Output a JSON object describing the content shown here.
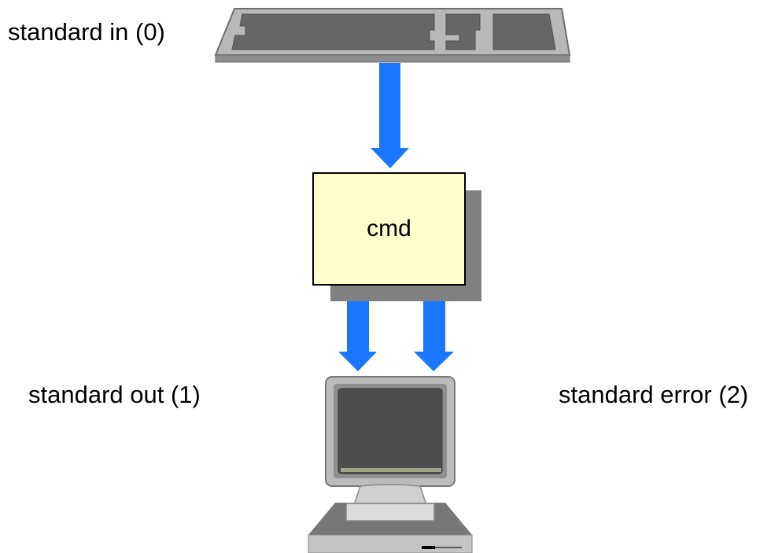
{
  "labels": {
    "stdin": "standard in (0)",
    "stdout": "standard out (1)",
    "stderr": "standard error (2)"
  },
  "process": {
    "name": "cmd"
  },
  "colors": {
    "arrow": "#1a75ff",
    "process_fill": "#ffffcc",
    "shadow": "#808080",
    "device_gray": "#b3b3b3",
    "screen": "#4d4d4d"
  }
}
